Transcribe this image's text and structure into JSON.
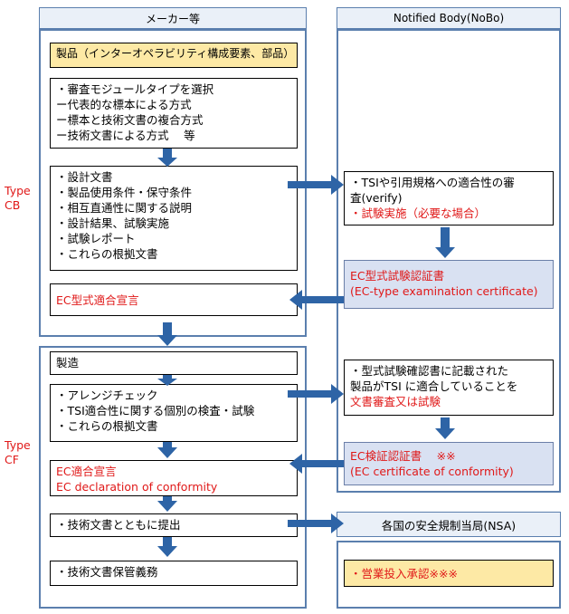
{
  "left_header": "メーカー等",
  "right_header": "Notified Body(NoBo)",
  "type_cb": [
    "Type",
    "CB"
  ],
  "type_cf": [
    "Type",
    "CF"
  ],
  "product_box": "製品（インターオペラビリティ構成要素、部品）",
  "module_box": [
    "・審査モジュールタイプを選択",
    "ー代表的な標本による方式",
    "ー標本と技術文書の複合方式",
    "ー技術文書による方式　 等"
  ],
  "design_box": [
    "・設計文書",
    "・製品使用条件・保守条件",
    "・相互直通性に関する説明",
    "・設計結果、試験実施",
    "・試験レポート",
    "・これらの根拠文書"
  ],
  "ec_type_decl": "EC型式適合宣言",
  "tsi_verify_box": {
    "line1": "・TSIや引用規格への適合性の審",
    "line2": "査(verify)",
    "line3": "・試験実施（必要な場合）"
  },
  "ec_type_cert": {
    "title": "EC型式試験認証書",
    "subtitle": "(EC-type examination certificate)"
  },
  "manufacture_box": "製造",
  "check_box": [
    "・アレンジチェック",
    "・TSI適合性に関する個別の検査・試験",
    "・これらの根拠文書"
  ],
  "doc_review_box": {
    "line1": "・型式試験確認書に記載された",
    "line2": "製品がTSI に適合していることを",
    "line3": "文書審査又は試験"
  },
  "ec_verif_cert": {
    "title": "EC検証認証書　 ※※",
    "subtitle": "(EC certificate of conformity)"
  },
  "ec_decl": {
    "line1": "EC適合宣言",
    "line2": "EC declaration of conformity"
  },
  "submit_box": "・技術文書とともに提出",
  "nsa_header": "各国の安全規制当局(NSA)",
  "keep_box": "・技術文書保管義務",
  "approval_box": "・営業投入承認※※※",
  "colors": {
    "arrow": "#2e64a6",
    "red": "#e01818",
    "panel_border": "#5b7fae",
    "yellow": "#fde9a5",
    "blue_fill": "#d9e1f2"
  }
}
